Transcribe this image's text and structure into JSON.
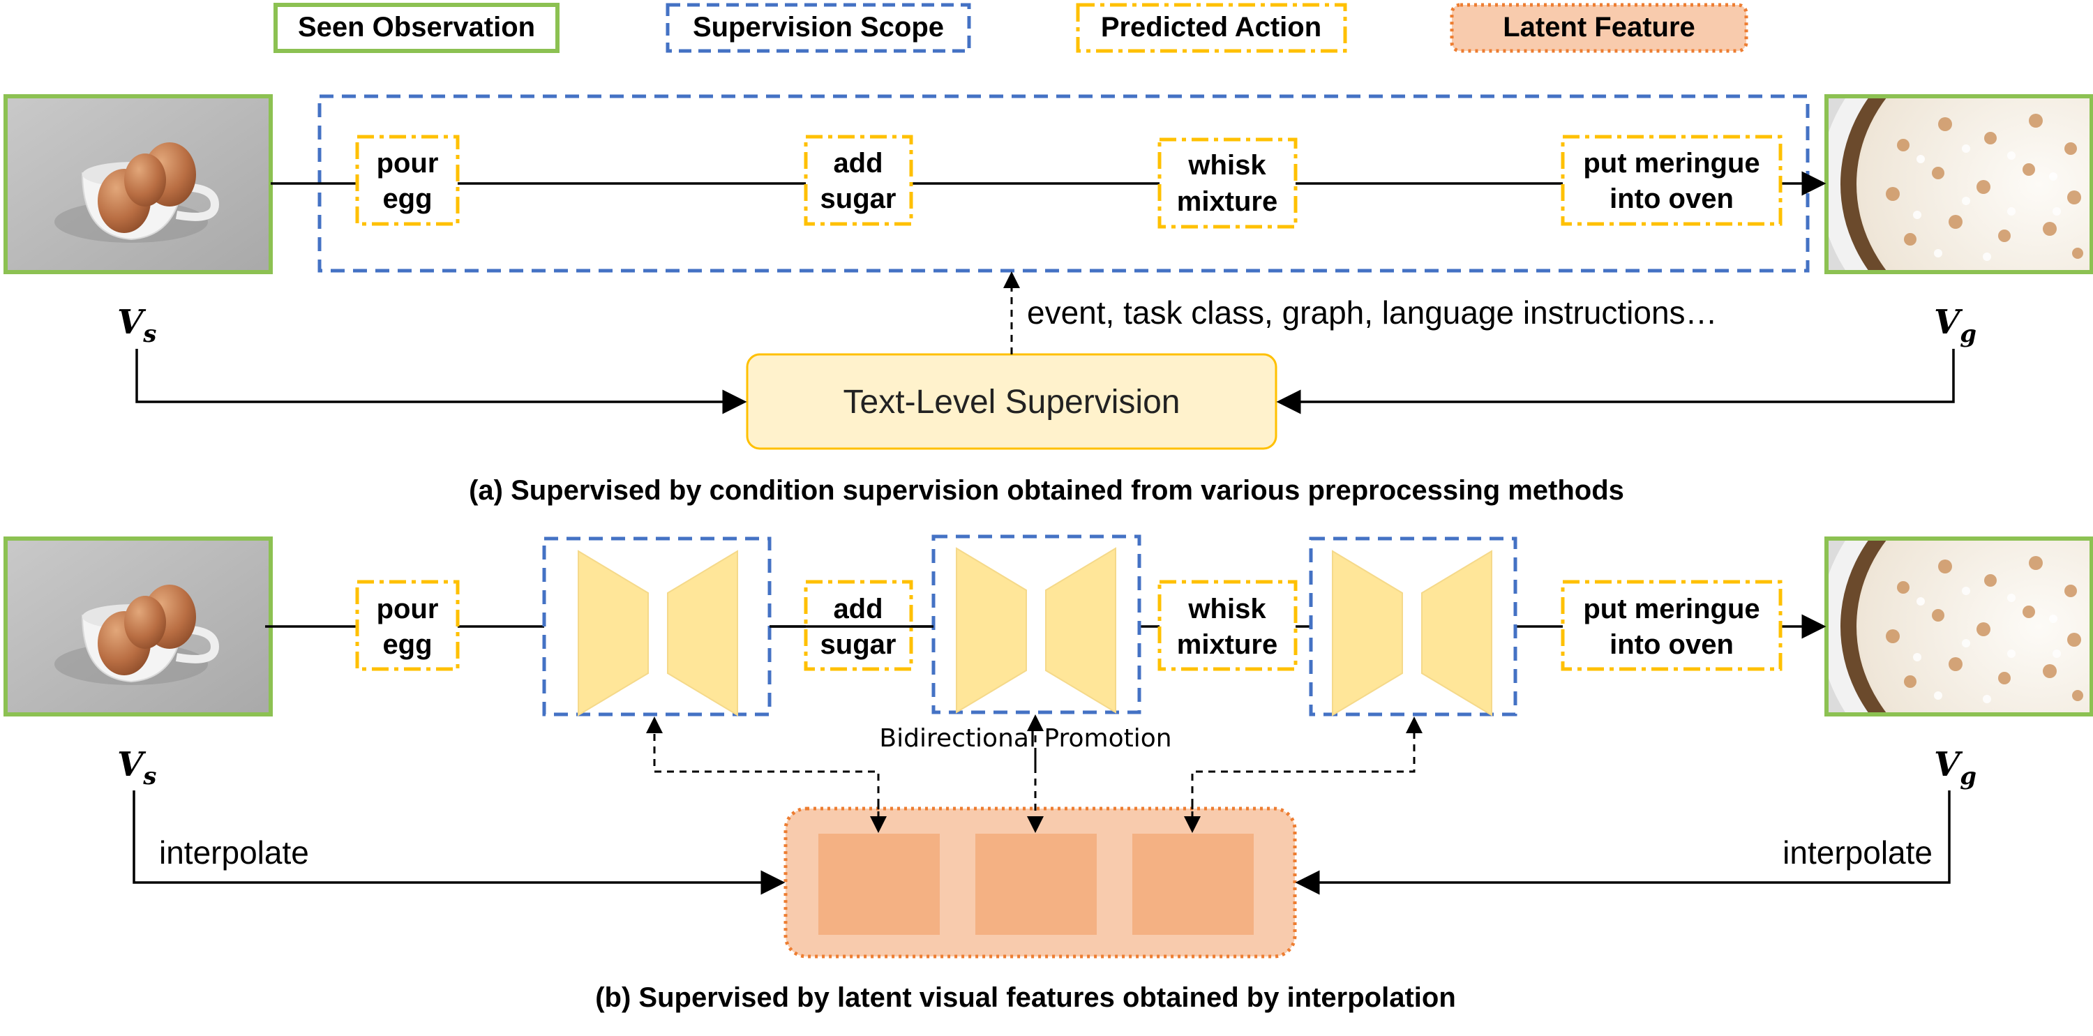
{
  "legend": {
    "seen_observation": "Seen Observation",
    "supervision_scope": "Supervision Scope",
    "predicted_action": "Predicted Action",
    "latent_feature": "Latent Feature"
  },
  "actions": [
    {
      "line1": "pour",
      "line2": "egg"
    },
    {
      "line1": "add",
      "line2": "sugar"
    },
    {
      "line1": "whisk",
      "line2": "mixture"
    },
    {
      "line1": "put meringue",
      "line2": "into oven"
    }
  ],
  "labels": {
    "v_s_main": "V",
    "v_s_sub": "s",
    "v_g_main": "V",
    "v_g_sub": "g",
    "text_supervision": "Text-Level Supervision",
    "supervision_types": "event, task class, graph, language instructions…",
    "bidirectional": "Bidirectional Promotion",
    "interpolate": "interpolate"
  },
  "captions": {
    "a": "(a) Supervised by condition supervision obtained from various preprocessing methods",
    "b": "(b) Supervised by latent visual features obtained by interpolation"
  },
  "colors": {
    "observation_green": "#8cc152",
    "scope_blue": "#4472c4",
    "action_yellow": "#ffc000",
    "latent_orange": "#ed7d31",
    "latent_fill": "#f8cbad",
    "latent_block": "#f4b183",
    "text_box_fill": "#fff2cc",
    "trapezoid_fill": "#ffe699"
  },
  "icons": {
    "start_image": "bowl-of-eggs-photo",
    "goal_image": "meringue-pie-photo",
    "network": "encoder-decoder-trapezoids"
  }
}
